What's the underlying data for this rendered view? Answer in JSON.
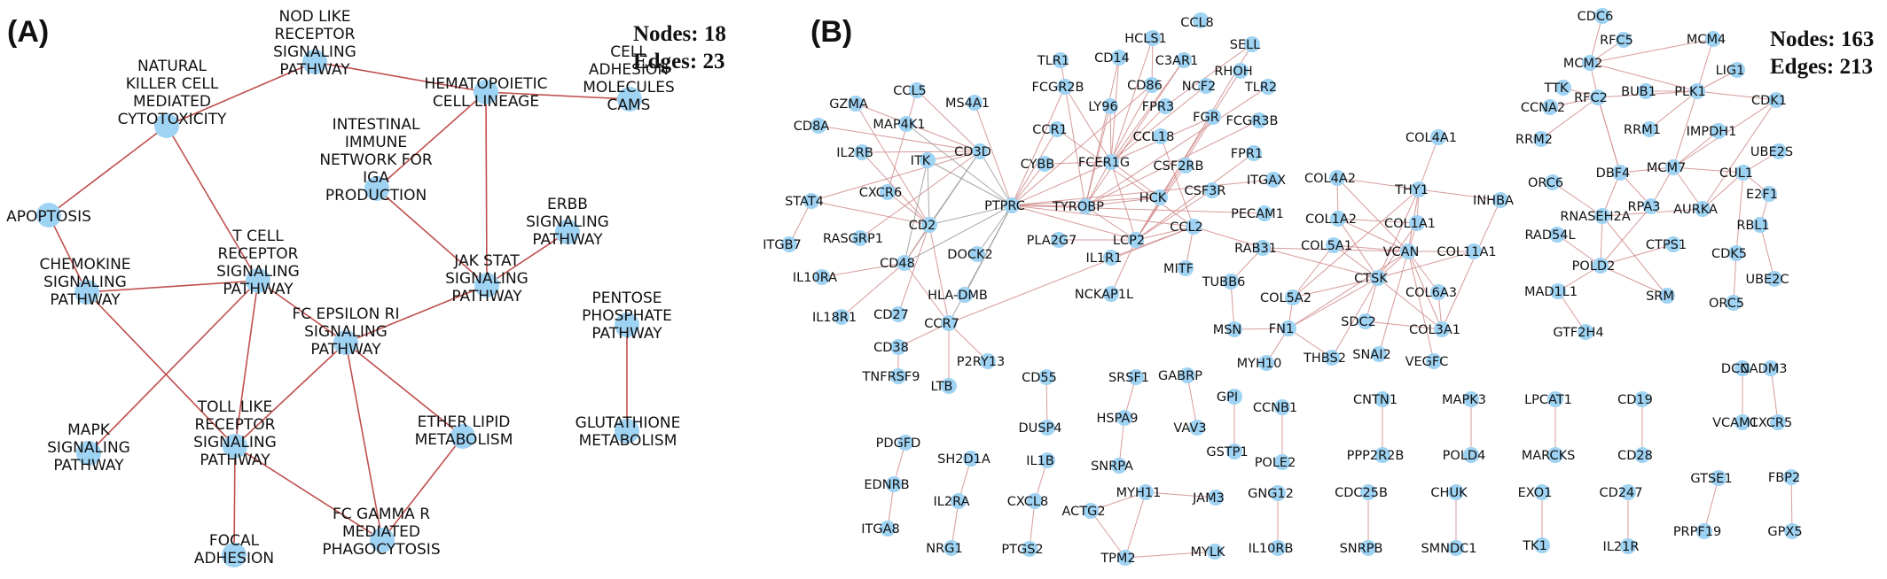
{
  "colors": {
    "node": "#9fd3f3",
    "edgeA": "#c0504d",
    "edgeB": "#d08a8a",
    "edgeBGray": "#9a9a9a",
    "text": "#111111"
  },
  "panelA": {
    "letter": "(A)",
    "nodes_label": "Nodes: 18",
    "edges_label": "Edges: 23",
    "nodes": [
      {
        "id": "nod",
        "lines": [
          "NOD LIKE",
          "RECEPTOR",
          "SIGNALING",
          "PATHWAY"
        ]
      },
      {
        "id": "nk",
        "lines": [
          "NATURAL",
          "KILLER CELL",
          "MEDIATED",
          "CYTOTOXICITY"
        ]
      },
      {
        "id": "hema",
        "lines": [
          "HEMATOPOIETIC",
          "CELL LINEAGE"
        ]
      },
      {
        "id": "cam",
        "lines": [
          "CELL",
          "ADHESION",
          "MOLECULES",
          "CAMS"
        ]
      },
      {
        "id": "apop",
        "lines": [
          "APOPTOSIS"
        ]
      },
      {
        "id": "iga",
        "lines": [
          "INTESTINAL",
          "IMMUNE",
          "NETWORK FOR",
          "IGA",
          "PRODUCTION"
        ]
      },
      {
        "id": "erbb",
        "lines": [
          "ERBB",
          "SIGNALING",
          "PATHWAY"
        ]
      },
      {
        "id": "tcell",
        "lines": [
          "T CELL",
          "RECEPTOR",
          "SIGNALING",
          "PATHWAY"
        ]
      },
      {
        "id": "chemo",
        "lines": [
          "CHEMOKINE",
          "SIGNALING",
          "PATHWAY"
        ]
      },
      {
        "id": "jak",
        "lines": [
          "JAK STAT",
          "SIGNALING",
          "PATHWAY"
        ]
      },
      {
        "id": "fceps",
        "lines": [
          "FC EPSILON RI",
          "SIGNALING",
          "PATHWAY"
        ]
      },
      {
        "id": "pent",
        "lines": [
          "PENTOSE",
          "PHOSPHATE",
          "PATHWAY"
        ]
      },
      {
        "id": "mapk",
        "lines": [
          "MAPK",
          "SIGNALING",
          "PATHWAY"
        ]
      },
      {
        "id": "toll",
        "lines": [
          "TOLL LIKE",
          "RECEPTOR",
          "SIGNALING",
          "PATHWAY"
        ]
      },
      {
        "id": "ether",
        "lines": [
          "ETHER LIPID",
          "METABOLISM"
        ]
      },
      {
        "id": "glut",
        "lines": [
          "GLUTATHIONE",
          "METABOLISM"
        ]
      },
      {
        "id": "fcgam",
        "lines": [
          "FC GAMMA R",
          "MEDIATED",
          "PHAGOCYTOSIS"
        ]
      },
      {
        "id": "focal",
        "lines": [
          "FOCAL",
          "ADHESION"
        ]
      }
    ],
    "edges": [
      [
        "nod",
        "nk"
      ],
      [
        "nod",
        "hema"
      ],
      [
        "hema",
        "cam"
      ],
      [
        "nk",
        "apop"
      ],
      [
        "nk",
        "tcell"
      ],
      [
        "apop",
        "chemo"
      ],
      [
        "hema",
        "iga"
      ],
      [
        "hema",
        "jak"
      ],
      [
        "iga",
        "jak"
      ],
      [
        "erbb",
        "jak"
      ],
      [
        "chemo",
        "tcell"
      ],
      [
        "chemo",
        "toll"
      ],
      [
        "tcell",
        "mapk"
      ],
      [
        "tcell",
        "toll"
      ],
      [
        "tcell",
        "fceps"
      ],
      [
        "jak",
        "fceps"
      ],
      [
        "fceps",
        "toll"
      ],
      [
        "fceps",
        "ether"
      ],
      [
        "fceps",
        "fcgam"
      ],
      [
        "toll",
        "focal"
      ],
      [
        "toll",
        "fcgam"
      ],
      [
        "ether",
        "fcgam"
      ],
      [
        "pent",
        "glut"
      ]
    ]
  },
  "panelB": {
    "letter": "(B)",
    "nodes_label": "Nodes: 163",
    "edges_label": "Edges: 213",
    "nodes": [
      "CCL8",
      "HCLS1",
      "SELL",
      "TLR1",
      "CD14",
      "C3AR1",
      "FCGR2B",
      "CD86",
      "NCF2",
      "RHOH",
      "TLR2",
      "LY96",
      "FPR3",
      "FGR",
      "FCGR3B",
      "CCR1",
      "CCL18",
      "CYBB",
      "FCER1G",
      "CSF2RB",
      "FPR1",
      "TYROBP",
      "HCK",
      "CSF3R",
      "ITGAX",
      "PLA2G7",
      "LCP2",
      "CCL2",
      "IL1R1",
      "NCKAP1L",
      "MITF",
      "PECAM1",
      "GZMA",
      "CCL5",
      "MS4A1",
      "CD8A",
      "MAP4K1",
      "IL2RB",
      "CD3D",
      "ITK",
      "STAT4",
      "CXCR6",
      "PTPRC",
      "RASGRP1",
      "CD2",
      "ITGB7",
      "DOCK2",
      "CD48",
      "IL10RA",
      "HLA-DMB",
      "CD27",
      "IL18R1",
      "CCR7",
      "P2RY13",
      "CD38",
      "TNFRSF9",
      "LTB",
      "COL4A1",
      "COL4A2",
      "THY1",
      "INHBA",
      "COL1A2",
      "COL1A1",
      "RAB31",
      "COL5A1",
      "VCAN",
      "COL11A1",
      "TUBB6",
      "CTSK",
      "COL6A3",
      "COL5A2",
      "SDC2",
      "MSN",
      "FN1",
      "COL3A1",
      "MYH10",
      "THBS2",
      "SNAI2",
      "VEGFC",
      "CDC6",
      "RFC5",
      "MCM4",
      "MCM2",
      "LIG1",
      "TTK",
      "BUB1",
      "PLK1",
      "CCNA2",
      "RFC2",
      "CDK1",
      "RRM2",
      "RRM1",
      "IMPDH1",
      "UBE2S",
      "MCM7",
      "DBF4",
      "CUL1",
      "ORC6",
      "RPA3",
      "AURKA",
      "E2F1",
      "RNASEH2A",
      "RAD54L",
      "CTPS1",
      "RBL1",
      "POLD2",
      "CDK5",
      "MAD1L1",
      "SRM",
      "UBE2C",
      "ORC5",
      "GTF2H4",
      "CD55",
      "SRSF1",
      "GABRP",
      "DUSP4",
      "HSPA9",
      "VAV3",
      "SNRPA",
      "GPI",
      "GSTP1",
      "CCNB1",
      "POLE2",
      "CNTN1",
      "PPP2R2B",
      "MAPK3",
      "POLD4",
      "LPCAT1",
      "MARCKS",
      "CD19",
      "CD28",
      "DCN",
      "VCAM1",
      "CADM3",
      "CXCR5",
      "PDGFD",
      "EDNRB",
      "ITGA8",
      "SH2D1A",
      "IL2RA",
      "NRG1",
      "IL1B",
      "CXCL8",
      "PTGS2",
      "MYH11",
      "JAM3",
      "ACTG2",
      "TPM2",
      "MYLK",
      "GNG12",
      "IL10RB",
      "CDC25B",
      "SNRPB",
      "CHUK",
      "SMNDC1",
      "EXO1",
      "TK1",
      "CD247",
      "IL21R",
      "GTSE1",
      "PRPF19",
      "FBP2",
      "GPX5"
    ]
  }
}
